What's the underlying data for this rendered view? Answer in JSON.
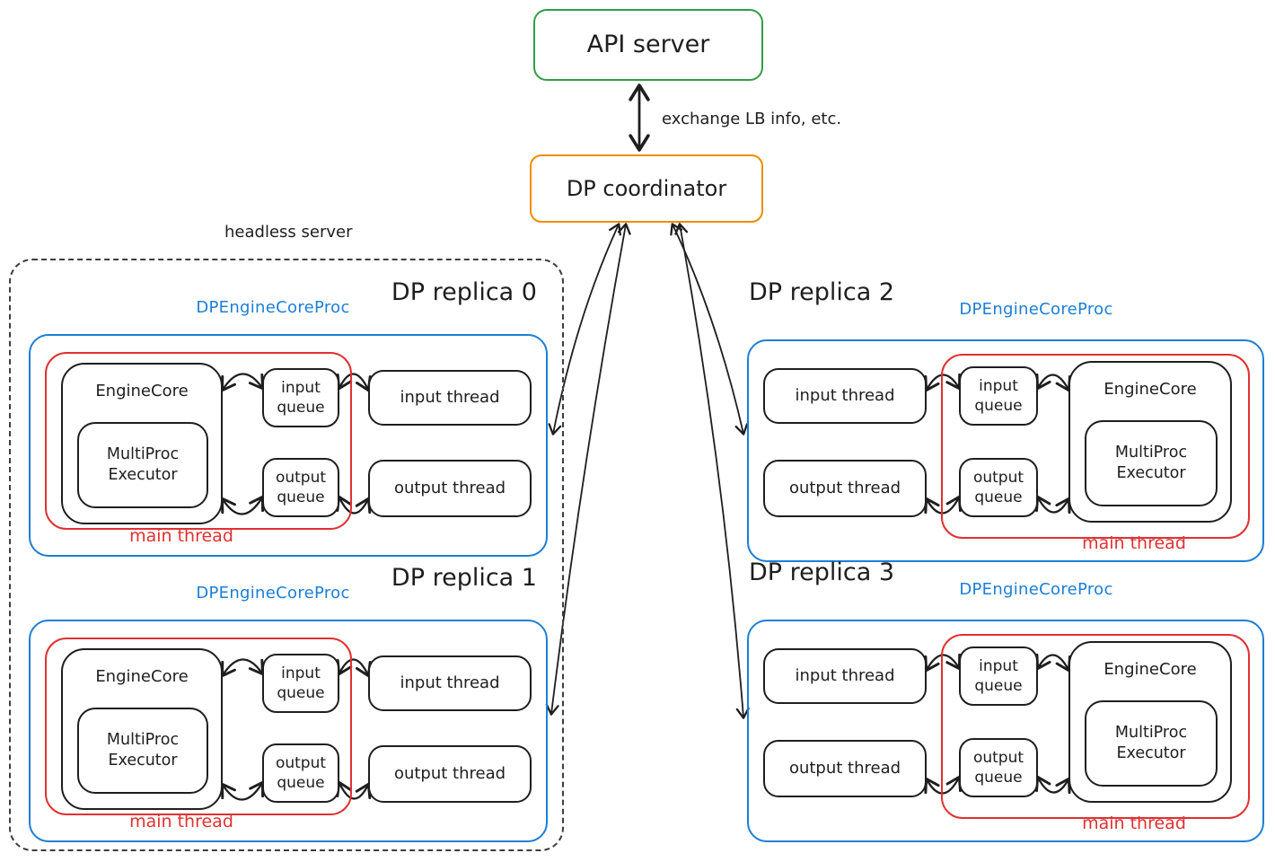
{
  "api_server": {
    "label": "API server"
  },
  "coordinator": {
    "label": "DP coordinator"
  },
  "exchange_label": "exchange LB info, etc.",
  "headless_label": "headless server",
  "colors": {
    "api_server_border": "#2f9e44",
    "coordinator_border": "#f08c00",
    "proc_box_border": "#1c7ed6",
    "main_thread_border": "#e03131",
    "ink": "#1e1e1e",
    "background": "#ffffff"
  },
  "replicas": [
    {
      "title": "DP replica 0",
      "proc_label": "DPEngineCoreProc",
      "engine_core": "EngineCore",
      "executor": "MultiProc Executor",
      "input_queue": "input queue",
      "output_queue": "output queue",
      "input_thread": "input thread",
      "output_thread": "output thread",
      "main_thread": "main thread"
    },
    {
      "title": "DP replica 1",
      "proc_label": "DPEngineCoreProc",
      "engine_core": "EngineCore",
      "executor": "MultiProc Executor",
      "input_queue": "input queue",
      "output_queue": "output queue",
      "input_thread": "input thread",
      "output_thread": "output thread",
      "main_thread": "main thread"
    },
    {
      "title": "DP replica 2",
      "proc_label": "DPEngineCoreProc",
      "engine_core": "EngineCore",
      "executor": "MultiProc Executor",
      "input_queue": "input queue",
      "output_queue": "output queue",
      "input_thread": "input thread",
      "output_thread": "output thread",
      "main_thread": "main thread"
    },
    {
      "title": "DP replica 3",
      "proc_label": "DPEngineCoreProc",
      "engine_core": "EngineCore",
      "executor": "MultiProc Executor",
      "input_queue": "input queue",
      "output_queue": "output queue",
      "input_thread": "input thread",
      "output_thread": "output thread",
      "main_thread": "main thread"
    }
  ]
}
